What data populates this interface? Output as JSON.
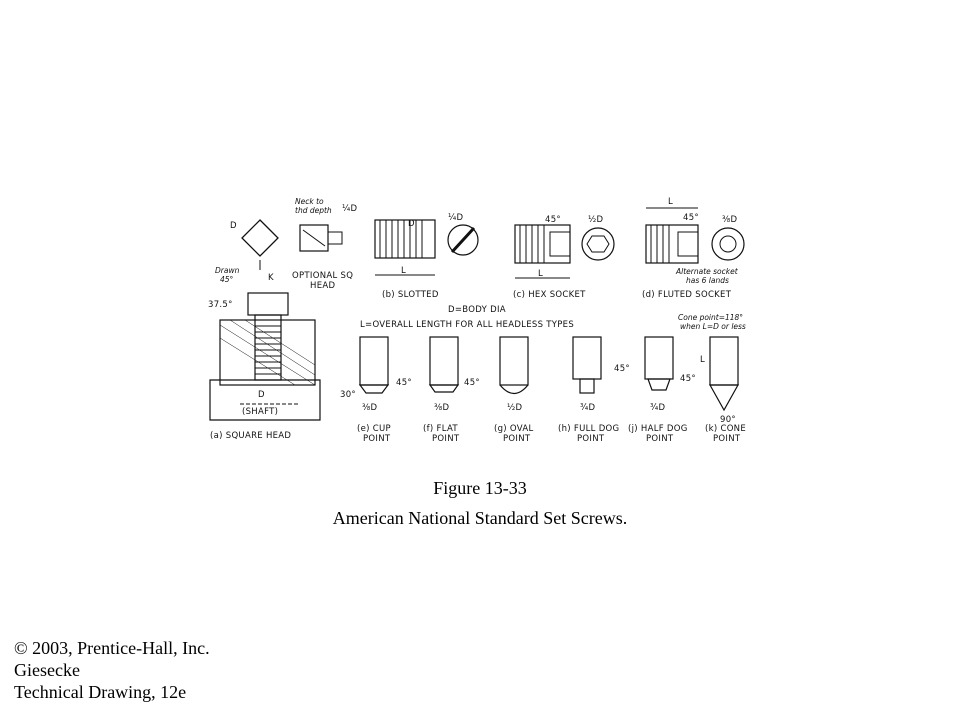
{
  "figure": {
    "number": "Figure 13-33",
    "caption": "American National Standard Set Screws.",
    "labels": {
      "a": "(a) SQUARE HEAD",
      "b": "(b) SLOTTED",
      "c": "(c) HEX SOCKET",
      "d": "(d) FLUTED SOCKET",
      "e1": "(e) CUP",
      "e2": "POINT",
      "f1": "(f) FLAT",
      "f2": "POINT",
      "g1": "(g) OVAL",
      "g2": "POINT",
      "h1": "(h) FULL DOG",
      "h2": "POINT",
      "j1": "(j) HALF DOG",
      "j2": "POINT",
      "k1": "(k) CONE",
      "k2": "POINT"
    },
    "notes": {
      "neck1": "Neck to",
      "neck2": "thd depth",
      "optional1": "OPTIONAL SQ",
      "optional2": "HEAD",
      "drawn1": "Drawn",
      "drawn2": "45°",
      "angle375": "37.5°",
      "shaft": "(SHAFT)",
      "body_dia": "D=BODY DIA",
      "overall": "L=OVERALL LENGTH FOR ALL HEADLESS TYPES",
      "cone1": "Cone point=118°",
      "cone2": "when L=D or less",
      "alt1": "Alternate socket",
      "alt2": "has 6 lands",
      "angle45": "45°",
      "angle30": "30°",
      "angle90": "90°",
      "dimL": "L",
      "dimD": "D",
      "dimK": "K",
      "dim1_4D": "¼D",
      "dim3_8D": "⅜D",
      "dim1_2D": "½D",
      "dim3_4D": "¾D"
    }
  },
  "credits": {
    "copyright": "© 2003, Prentice-Hall, Inc.",
    "author": "Giesecke",
    "book": "Technical Drawing, 12e"
  }
}
